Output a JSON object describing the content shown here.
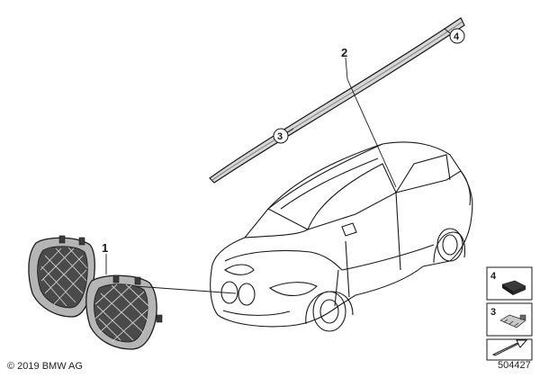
{
  "callouts": {
    "c1": "1",
    "c2": "2",
    "c3": "3",
    "c4": "4"
  },
  "legend": {
    "item4": "4",
    "item3": "3"
  },
  "footer": {
    "copyright": "© 2019 BMW AG",
    "part_number": "504427"
  },
  "colors": {
    "line": "#1a1a1a",
    "grille_fill": "#9a9a9a",
    "grille_dark": "#3a3a3a"
  }
}
